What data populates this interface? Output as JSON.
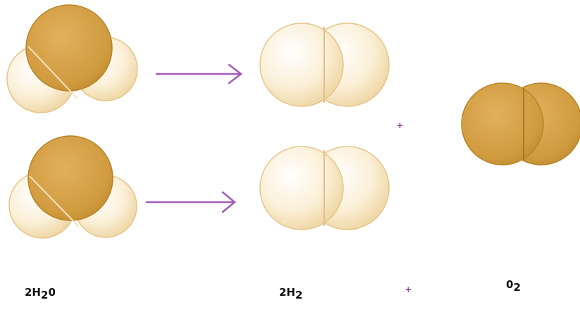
{
  "colors": {
    "gold": "#d6a24a",
    "gold_dark": "#b98526",
    "cream": "#fbf0d8",
    "cream_edge": "#e6c58a",
    "arrow": "#a35ab8",
    "plus": "#a04aa6"
  },
  "molecules": [
    {
      "name": "water-molecule",
      "count": 2,
      "parts": [
        "oxygen-atom",
        "hydrogen-atom",
        "hydrogen-atom"
      ]
    },
    {
      "name": "hydrogen-molecule",
      "count": 2,
      "parts": [
        "hydrogen-atom",
        "hydrogen-atom"
      ]
    },
    {
      "name": "oxygen-molecule",
      "count": 1,
      "parts": [
        "oxygen-atom",
        "oxygen-atom"
      ]
    }
  ],
  "labels": {
    "water": {
      "prefix": "2H",
      "sub": "2",
      "suffix": "0"
    },
    "hydrogen": {
      "prefix": "2H",
      "sub": "2"
    },
    "oxygen": {
      "prefix": "0",
      "sub": "2"
    }
  },
  "plus": "+"
}
